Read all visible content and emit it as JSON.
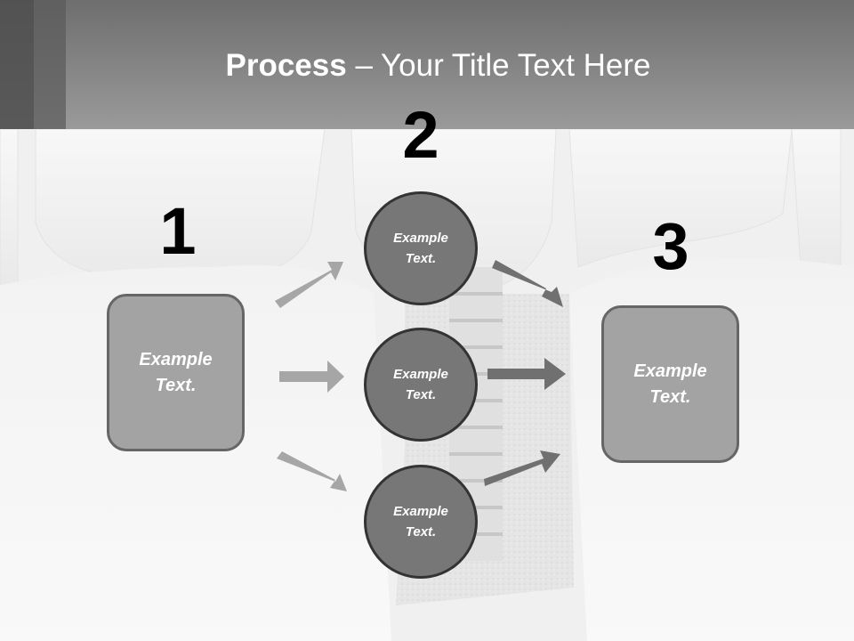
{
  "title": {
    "bold": "Process",
    "dash": " – ",
    "rest": "Your Title Text Here"
  },
  "steps": {
    "one": {
      "number": "1",
      "text": "Example Text."
    },
    "two": {
      "number": "2",
      "items": [
        {
          "text": "Example Text."
        },
        {
          "text": "Example Text."
        },
        {
          "text": "Example Text."
        }
      ]
    },
    "three": {
      "number": "3",
      "text": "Example Text."
    }
  },
  "colors": {
    "header": "#8a8a8a",
    "left_arrows": "#a6a6a6",
    "right_arrows": "#707070",
    "circle_fill": "#777777",
    "box_fill": "#a3a3a3"
  }
}
